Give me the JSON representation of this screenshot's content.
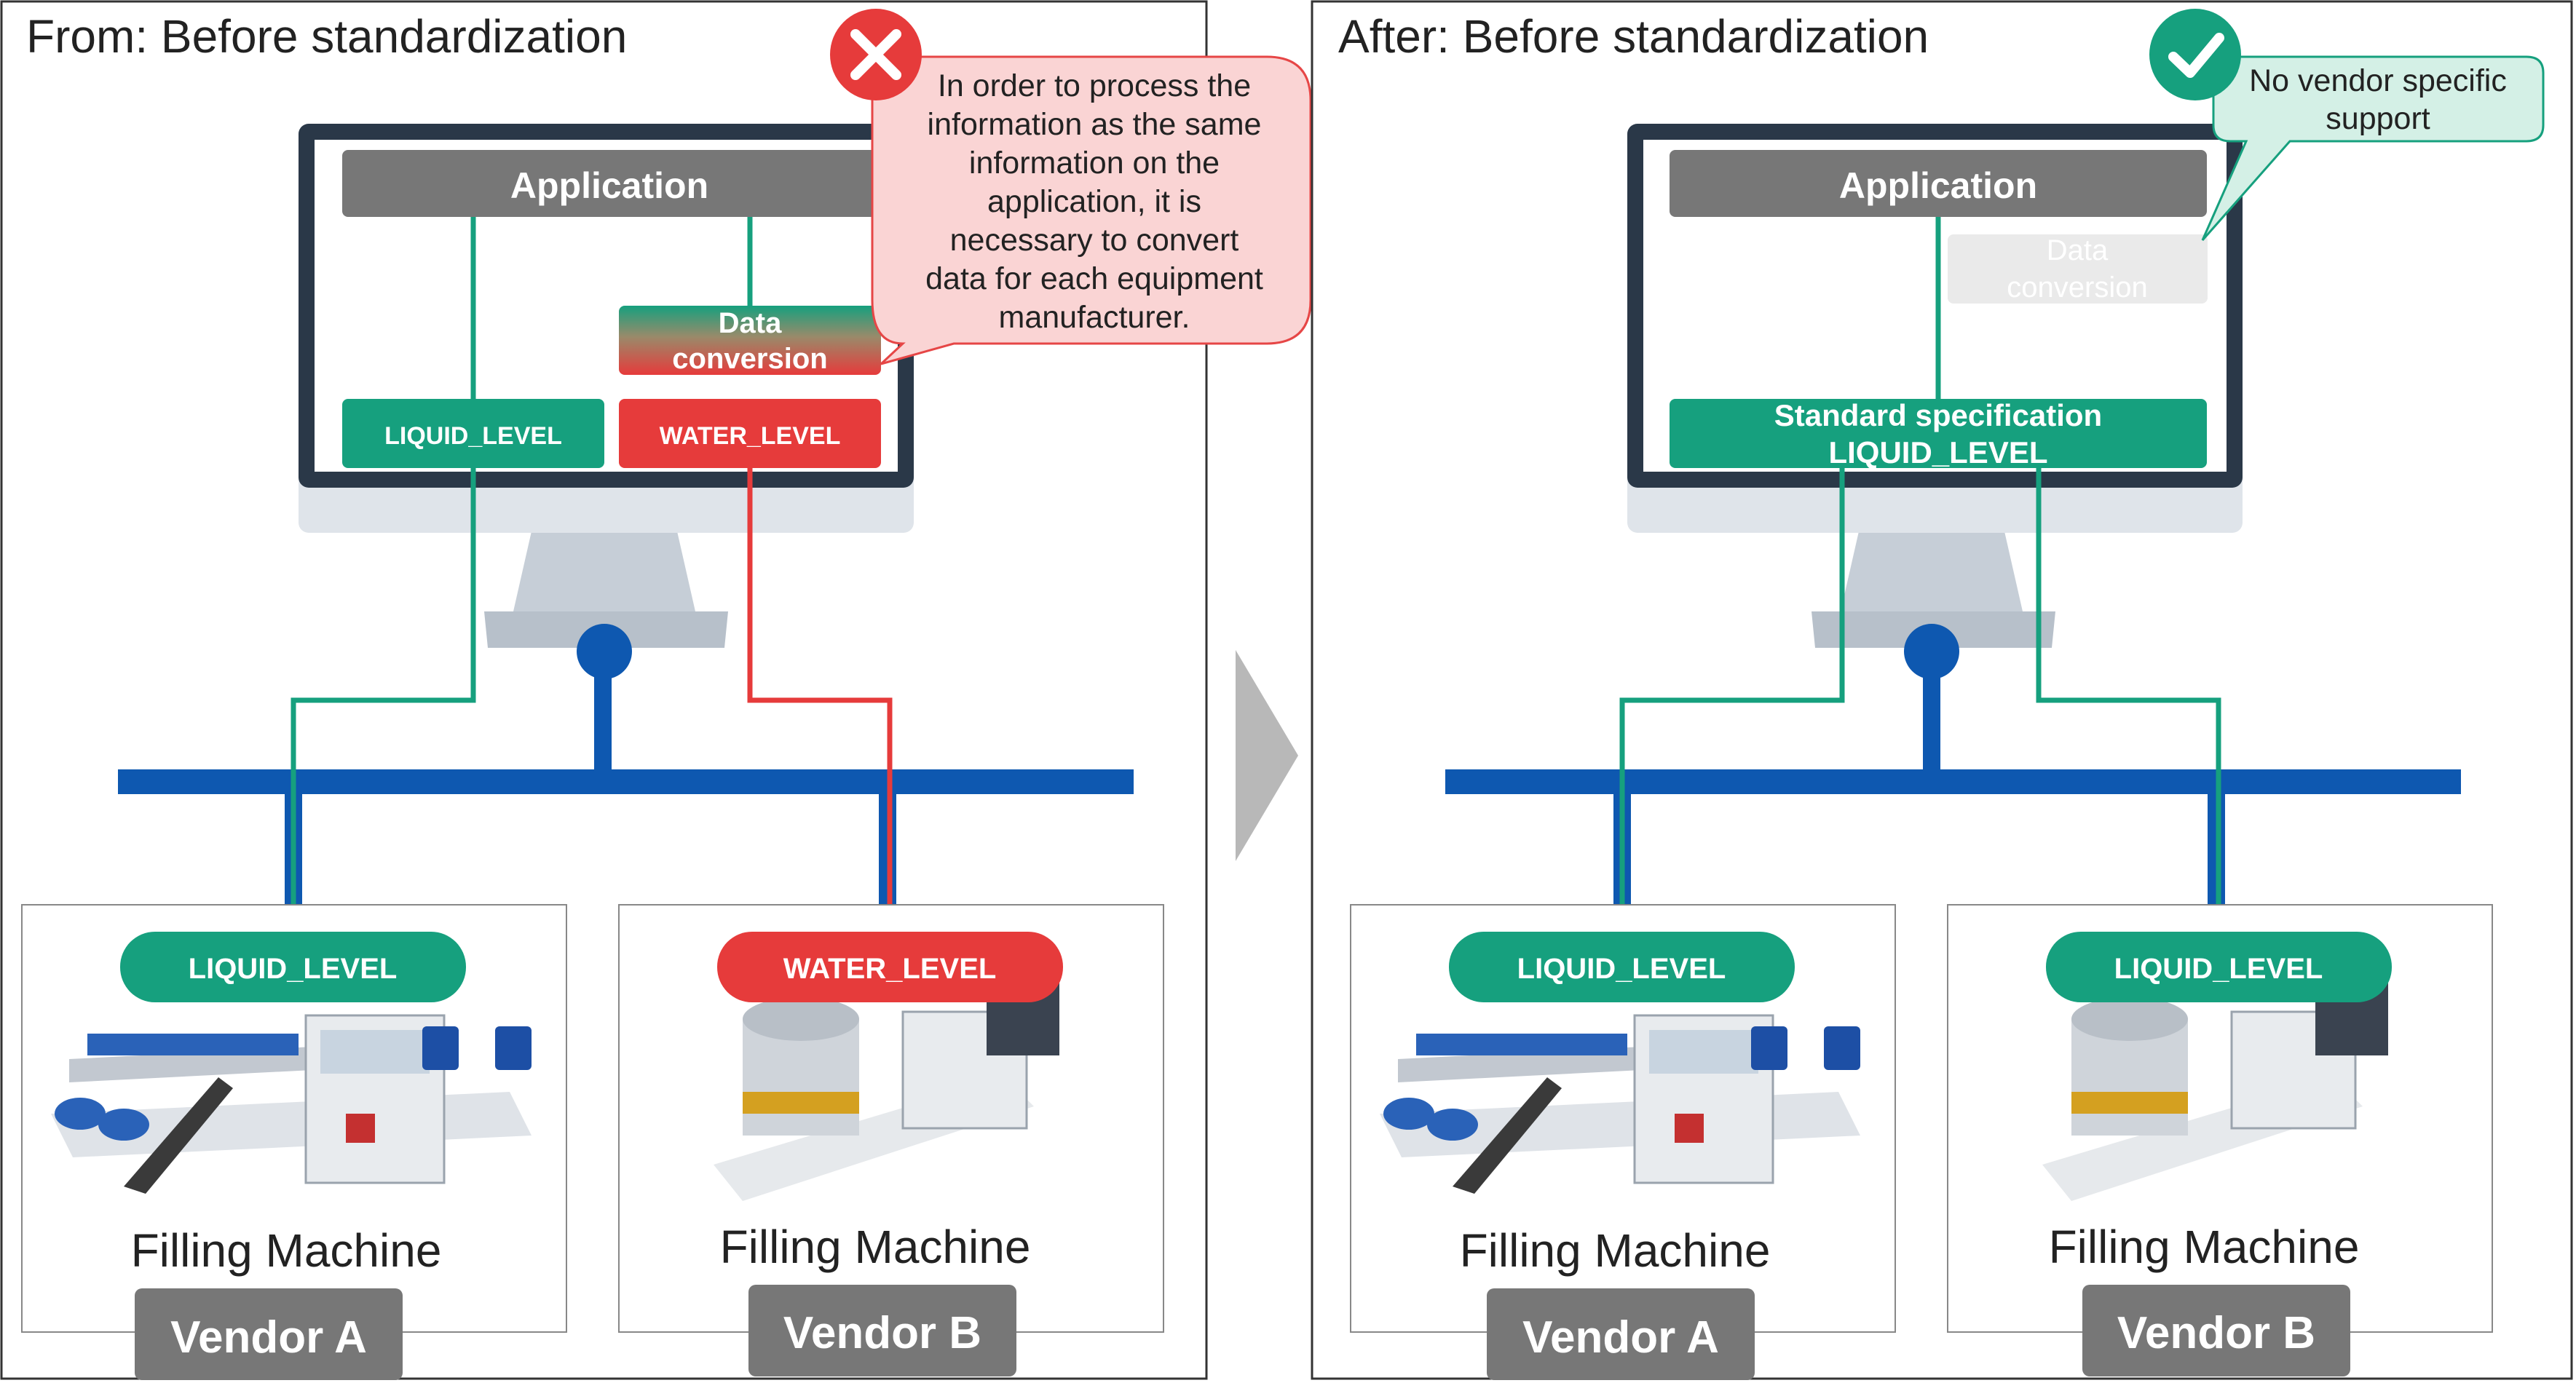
{
  "left": {
    "title": "From: Before standardization",
    "status_icon": "cross-icon",
    "callout": [
      "In order to process the",
      "information as the same",
      "information on the",
      "application, it is",
      "necessary to convert",
      "data for each equipment",
      "manufacturer."
    ],
    "application_label": "Application",
    "data_conversion": [
      "Data",
      "conversion"
    ],
    "pc_tag_a": "LIQUID_LEVEL",
    "pc_tag_b": "WATER_LEVEL",
    "machine_a": {
      "tag": "LIQUID_LEVEL",
      "caption": "Filling Machine",
      "vendor": "Vendor A"
    },
    "machine_b": {
      "tag": "WATER_LEVEL",
      "caption": "Filling Machine",
      "vendor": "Vendor B"
    }
  },
  "arrow_icon": "chevron-right-icon",
  "right": {
    "title": "After: Before standardization",
    "status_icon": "check-icon",
    "callout": [
      "No vendor specific",
      "support"
    ],
    "application_label": "Application",
    "data_conversion": [
      "Data",
      "conversion"
    ],
    "standard_spec": [
      "Standard specification",
      "LIQUID_LEVEL"
    ],
    "machine_a": {
      "tag": "LIQUID_LEVEL",
      "caption": "Filling Machine",
      "vendor": "Vendor A"
    },
    "machine_b": {
      "tag": "LIQUID_LEVEL",
      "caption": "Filling Machine",
      "vendor": "Vendor B"
    }
  },
  "colors": {
    "green": "#16a07e",
    "red": "#e63b3b",
    "blue": "#0e58b0",
    "gray_label": "#777777",
    "monitor_frame": "#2a3848",
    "callout_red_fill": "#fad4d4",
    "callout_green_fill": "#d4f0e6"
  }
}
